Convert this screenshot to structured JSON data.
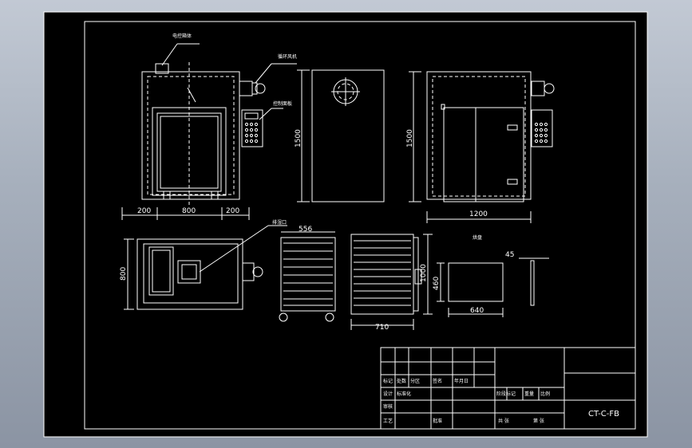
{
  "drawing": {
    "labels": {
      "control_box": "电控箱体",
      "fan": "循环风机",
      "panel": "控制面板",
      "exhaust": "排湿口",
      "tray": "烘盘"
    },
    "dimensions": {
      "front_left": "200",
      "front_mid": "800",
      "front_right": "200",
      "side_height": "1500",
      "right_height": "1500",
      "right_width": "1200",
      "top_depth": "800",
      "cart_width": "556",
      "rack_height": "1000",
      "rack_width": "710",
      "tray_height": "460",
      "tray_width": "640",
      "tray_thickness": "45"
    },
    "title_block": {
      "drawing_code": "CT-C-FB",
      "row_labels": [
        "标记",
        "设计",
        "审核",
        "工艺"
      ],
      "cells": [
        "处数",
        "分区",
        "签名",
        "年月日",
        "标准化",
        "阶段标记",
        "重量",
        "比例",
        "批准",
        "共 张",
        "第 张"
      ]
    }
  },
  "colors": {
    "background_top": "#c2c9d4",
    "sheet": "#000000",
    "line": "#ffffff"
  }
}
